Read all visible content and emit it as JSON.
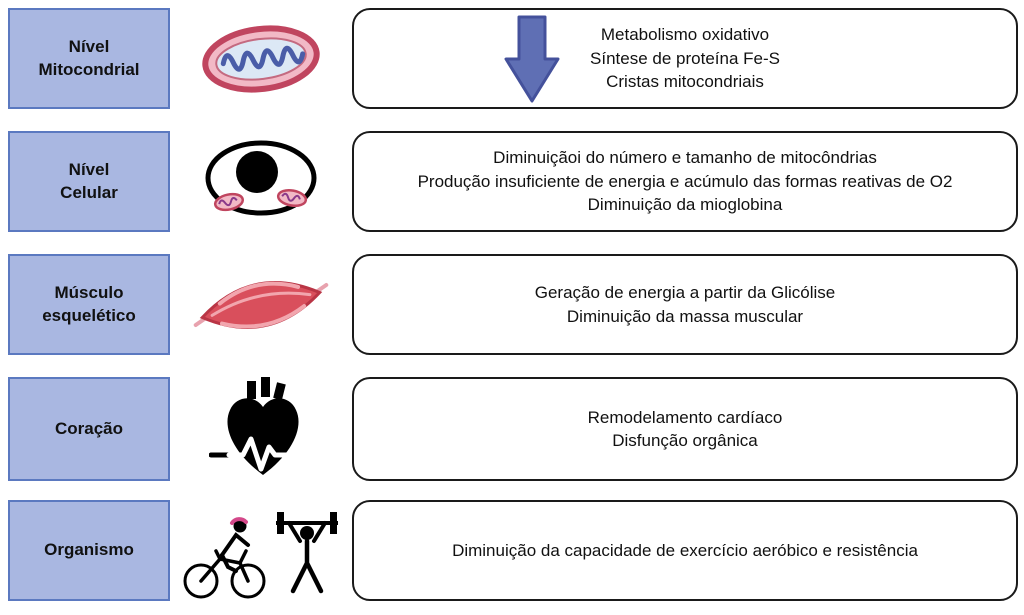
{
  "colors": {
    "label_fill": "#a9b7e1",
    "label_border": "#5b79c0",
    "box_border": "#1a1a1a",
    "arrow_fill": "#5f6fb4",
    "arrow_stroke": "#44519b",
    "text": "#111111"
  },
  "rows": [
    {
      "label": "Nível\nMitocondrial",
      "icon": "mitochondria-icon",
      "lines": [
        "Metabolismo oxidativo",
        "Síntese de proteína Fe-S",
        "Cristas mitocondriais"
      ]
    },
    {
      "label": "Nível\nCelular",
      "icon": "cell-icon",
      "lines": [
        "Diminuiçãoi do número e tamanho de mitocôndrias",
        "Produção insuficiente de energia e acúmulo das formas reativas de O2",
        "Diminuição da mioglobina"
      ]
    },
    {
      "label": "Músculo\nesquelético",
      "icon": "muscle-icon",
      "lines": [
        "Geração de energia a partir da Glicólise",
        "Diminuição da massa muscular"
      ]
    },
    {
      "label": "Coração",
      "icon": "heart-icon",
      "lines": [
        "Remodelamento cardíaco",
        "Disfunção orgânica"
      ]
    },
    {
      "label": "Organismo",
      "icon": "athletes-icon",
      "lines": [
        "Diminuição da capacidade de exercício aeróbico e resistência"
      ]
    }
  ]
}
